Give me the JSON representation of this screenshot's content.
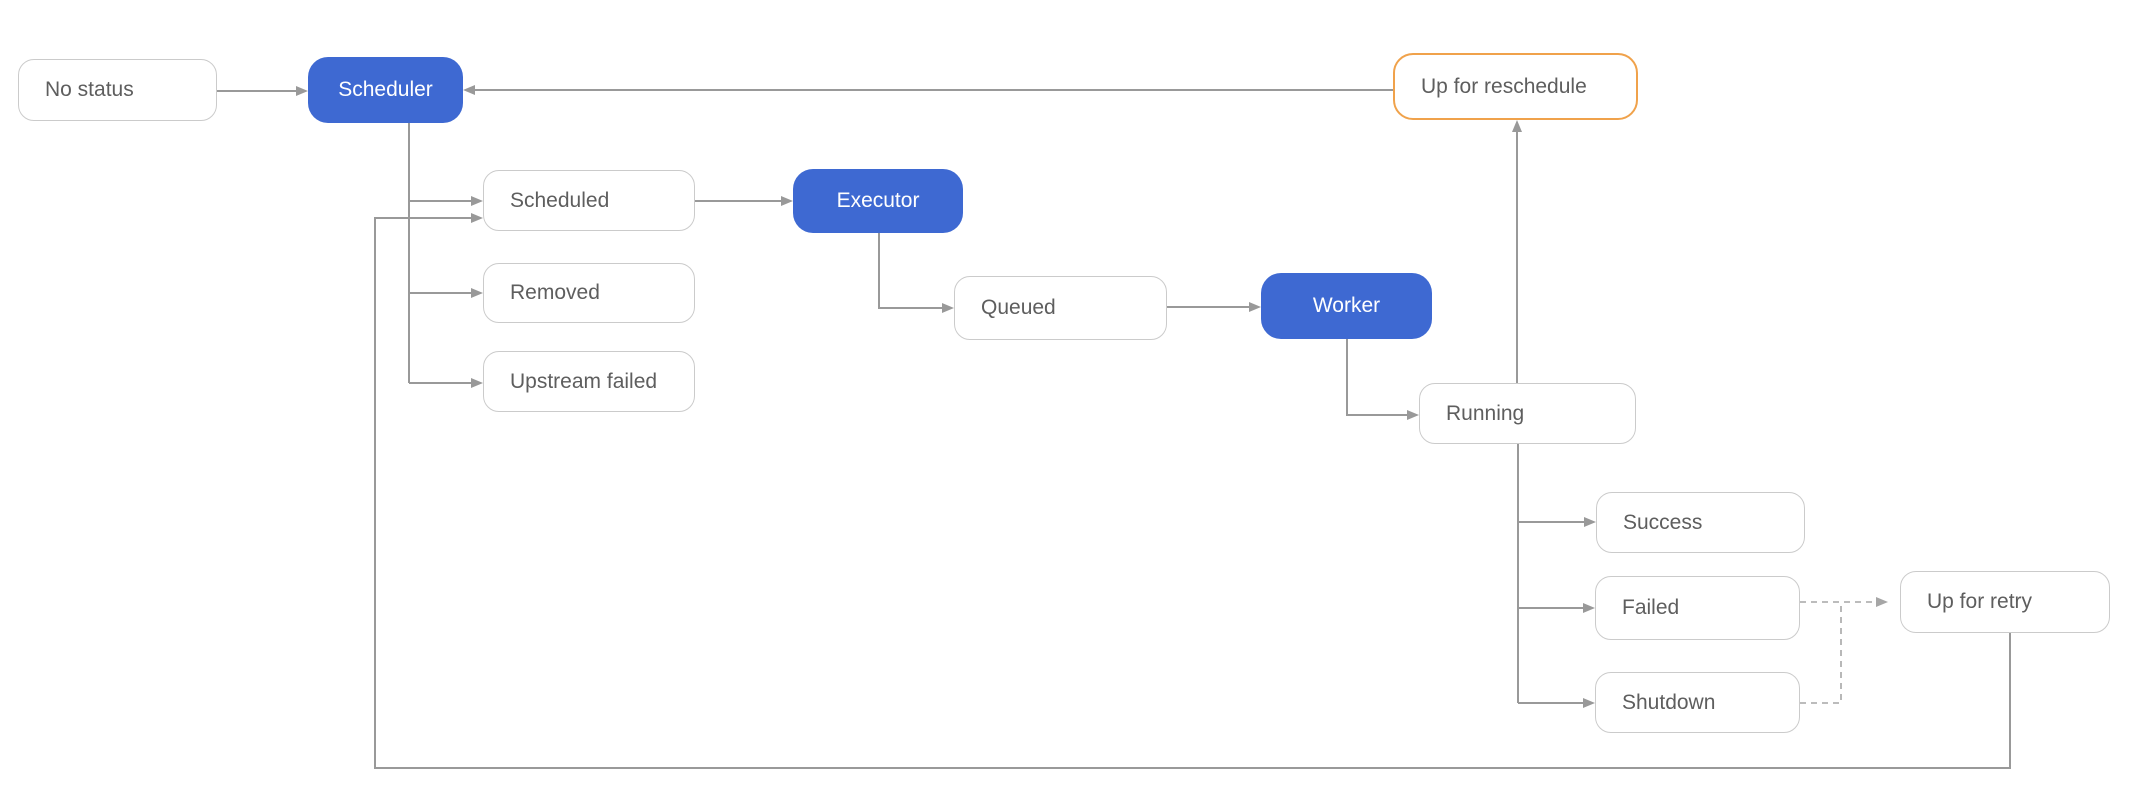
{
  "diagram": {
    "colors": {
      "primary_fill": "#3E69D2",
      "primary_text": "#FFFFFF",
      "warning_border": "#F0A24B",
      "node_border": "#CBCBCB",
      "node_text": "#5E5E5E",
      "connector": "#999999",
      "dashed_connector": "#A6A6A6",
      "background": "#FFFFFF"
    },
    "nodes": [
      {
        "id": "no-status",
        "label": "No status",
        "type": "state"
      },
      {
        "id": "scheduler",
        "label": "Scheduler",
        "type": "component"
      },
      {
        "id": "scheduled",
        "label": "Scheduled",
        "type": "state"
      },
      {
        "id": "removed",
        "label": "Removed",
        "type": "state"
      },
      {
        "id": "upstream-failed",
        "label": "Upstream failed",
        "type": "state"
      },
      {
        "id": "executor",
        "label": "Executor",
        "type": "component"
      },
      {
        "id": "queued",
        "label": "Queued",
        "type": "state"
      },
      {
        "id": "worker",
        "label": "Worker",
        "type": "component"
      },
      {
        "id": "running",
        "label": "Running",
        "type": "state"
      },
      {
        "id": "success",
        "label": "Success",
        "type": "state"
      },
      {
        "id": "failed",
        "label": "Failed",
        "type": "state"
      },
      {
        "id": "shutdown",
        "label": "Shutdown",
        "type": "state"
      },
      {
        "id": "up-for-retry",
        "label": "Up for retry",
        "type": "state"
      },
      {
        "id": "up-for-reschedule",
        "label": "Up for reschedule",
        "type": "state-warning"
      }
    ],
    "edges": [
      {
        "from": "no-status",
        "to": "scheduler",
        "style": "solid"
      },
      {
        "from": "up-for-reschedule",
        "to": "scheduler",
        "style": "solid"
      },
      {
        "from": "scheduler",
        "to": "scheduled",
        "style": "solid"
      },
      {
        "from": "scheduler",
        "to": "removed",
        "style": "solid"
      },
      {
        "from": "scheduler",
        "to": "upstream-failed",
        "style": "solid"
      },
      {
        "from": "scheduled",
        "to": "executor",
        "style": "solid"
      },
      {
        "from": "executor",
        "to": "queued",
        "style": "solid"
      },
      {
        "from": "queued",
        "to": "worker",
        "style": "solid"
      },
      {
        "from": "worker",
        "to": "running",
        "style": "solid"
      },
      {
        "from": "running",
        "to": "up-for-reschedule",
        "style": "solid"
      },
      {
        "from": "running",
        "to": "success",
        "style": "solid"
      },
      {
        "from": "running",
        "to": "failed",
        "style": "solid"
      },
      {
        "from": "running",
        "to": "shutdown",
        "style": "solid"
      },
      {
        "from": "failed",
        "to": "up-for-retry",
        "style": "dashed"
      },
      {
        "from": "shutdown",
        "to": "up-for-retry",
        "style": "dashed"
      },
      {
        "from": "up-for-retry",
        "to": "scheduled",
        "style": "solid"
      }
    ]
  }
}
